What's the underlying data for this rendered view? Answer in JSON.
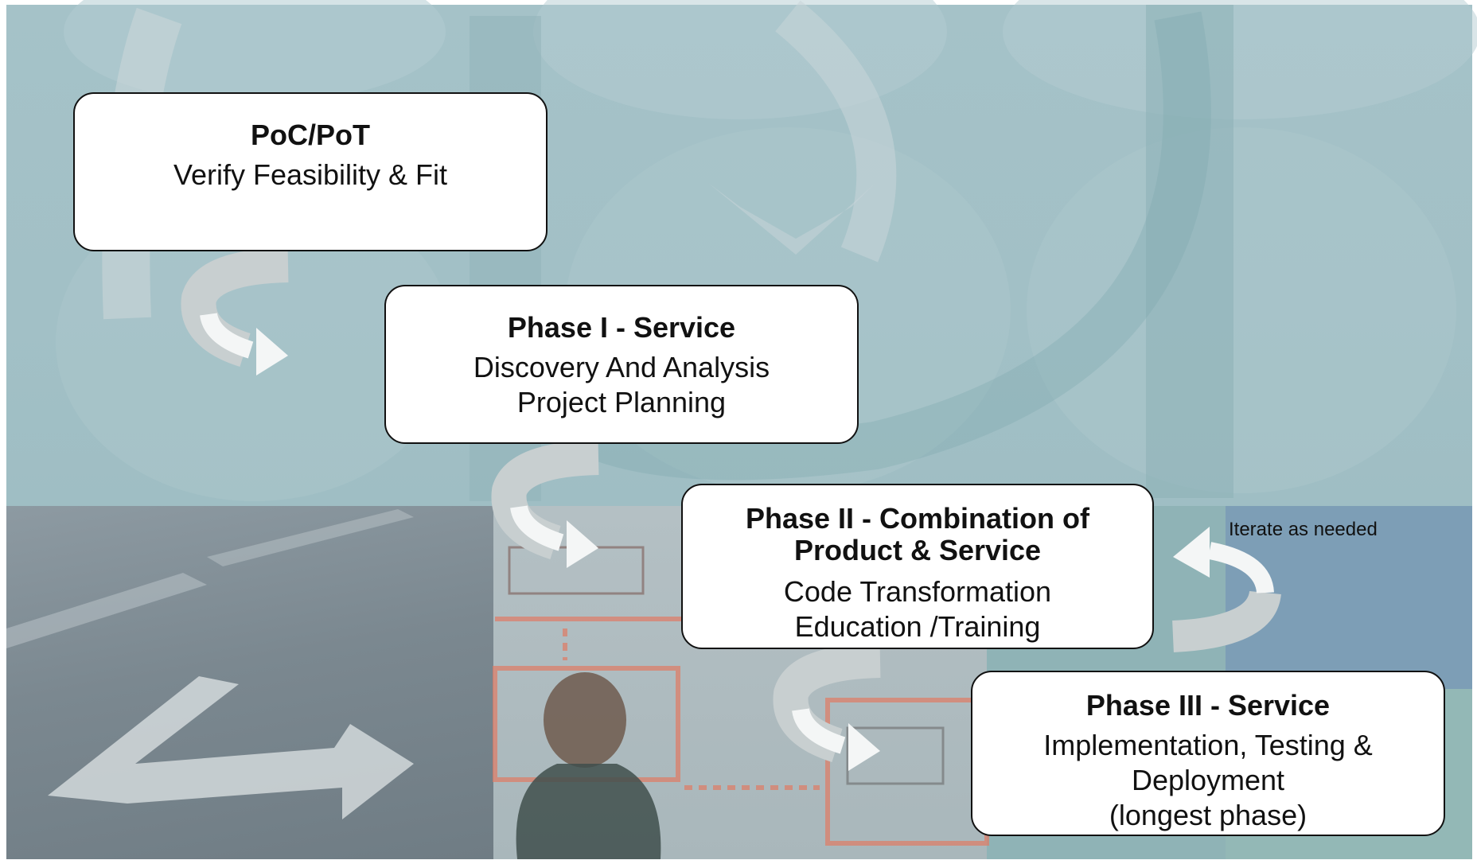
{
  "boxes": {
    "poc": {
      "title": "PoC/PoT",
      "lines": [
        "Verify Feasibility & Fit"
      ]
    },
    "phase1": {
      "title": "Phase I - Service",
      "lines": [
        "Discovery And Analysis",
        "Project Planning"
      ]
    },
    "phase2": {
      "title_lines": [
        "Phase II  - Combination of",
        "Product & Service"
      ],
      "lines": [
        "Code Transformation",
        "Education /Training"
      ]
    },
    "phase3": {
      "title": "Phase III - Service",
      "lines": [
        "Implementation, Testing &",
        "Deployment",
        "(longest phase)"
      ]
    }
  },
  "iterate_label": "Iterate as needed",
  "colors": {
    "box_fill": "#ffffff",
    "box_border": "#111111",
    "arrow_fill": "#f4f6f6",
    "arrow_shade": "#c8cfd0"
  },
  "icons": [
    "curved-arrow-icon",
    "loop-arrow-icon"
  ]
}
